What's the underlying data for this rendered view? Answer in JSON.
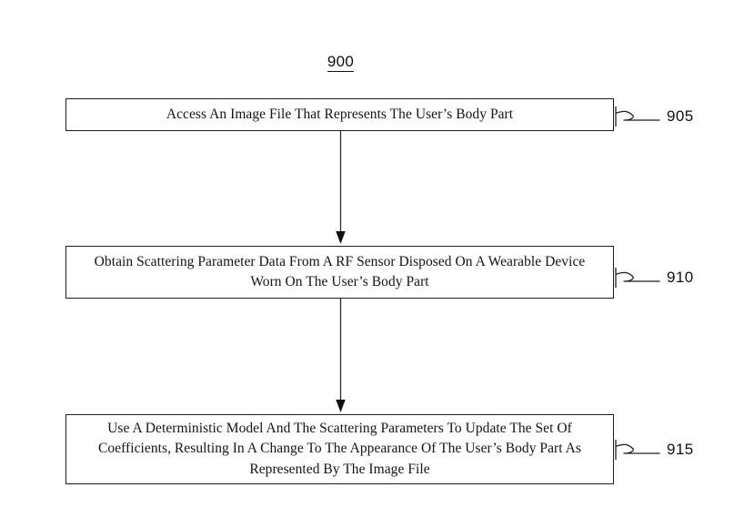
{
  "figure": {
    "number": "900",
    "kind": "patent-flowchart"
  },
  "steps": [
    {
      "id": "905",
      "ref_label": "905",
      "text": "Access An Image File That Represents The User’s Body Part",
      "lines": [
        "Access An Image File That Represents The User’s Body Part"
      ]
    },
    {
      "id": "910",
      "ref_label": "910",
      "text": "Obtain Scattering Parameter Data From A RF Sensor Disposed On A Wearable Device Worn On The User’s Body Part",
      "lines": [
        "Obtain Scattering Parameter Data From A RF Sensor Disposed On A",
        "Wearable Device Worn On The User’s Body Part"
      ]
    },
    {
      "id": "915",
      "ref_label": "915",
      "text": "Use A Deterministic Model And The Scattering Parameters To Update The Set Of Coefficients, Resulting In A Change To The Appearance Of The User’s Body Part As Represented By The Image File",
      "lines": [
        "Use A Deterministic Model And The Scattering Parameters To Update The",
        "Set Of Coefficients, Resulting In A Change To The Appearance Of The",
        "User’s Body Part As Represented By The Image File"
      ]
    }
  ],
  "connectors": [
    {
      "from": "905",
      "to": "910",
      "icon": "down-arrow-icon"
    },
    {
      "from": "910",
      "to": "915",
      "icon": "down-arrow-icon"
    }
  ],
  "colors": {
    "background": "#ffffff",
    "line": "#1d1d1d",
    "text": "#141414"
  }
}
